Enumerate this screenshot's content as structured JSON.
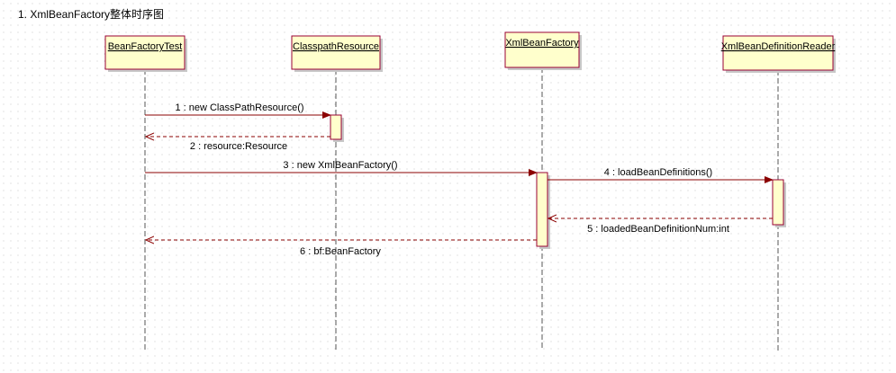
{
  "heading": "1. XmlBeanFactory整体时序图",
  "colors": {
    "box_fill": "#ffffcc",
    "box_stroke": "#990033",
    "activation_fill": "#ffffcc",
    "message": "#8b0000",
    "lifeline": "#555555"
  },
  "lifelines": [
    {
      "id": "test",
      "label": "BeanFactoryTest"
    },
    {
      "id": "res",
      "label": "ClasspathResource"
    },
    {
      "id": "xbf",
      "label": "XmlBeanFactory"
    },
    {
      "id": "reader",
      "label": "XmlBeanDefinitionReader"
    }
  ],
  "messages": [
    {
      "label": "1 : new ClassPathResource()",
      "from": "test",
      "to": "res",
      "type": "call"
    },
    {
      "label": "2 : resource:Resource",
      "from": "res",
      "to": "test",
      "type": "return"
    },
    {
      "label": "3 : new XmlBeanFactory()",
      "from": "test",
      "to": "xbf",
      "type": "call"
    },
    {
      "label": "4 : loadBeanDefinitions()",
      "from": "xbf",
      "to": "reader",
      "type": "call"
    },
    {
      "label": "5 : loadedBeanDefinitionNum:int",
      "from": "reader",
      "to": "xbf",
      "type": "return"
    },
    {
      "label": "6 : bf:BeanFactory",
      "from": "xbf",
      "to": "test",
      "type": "return"
    }
  ]
}
